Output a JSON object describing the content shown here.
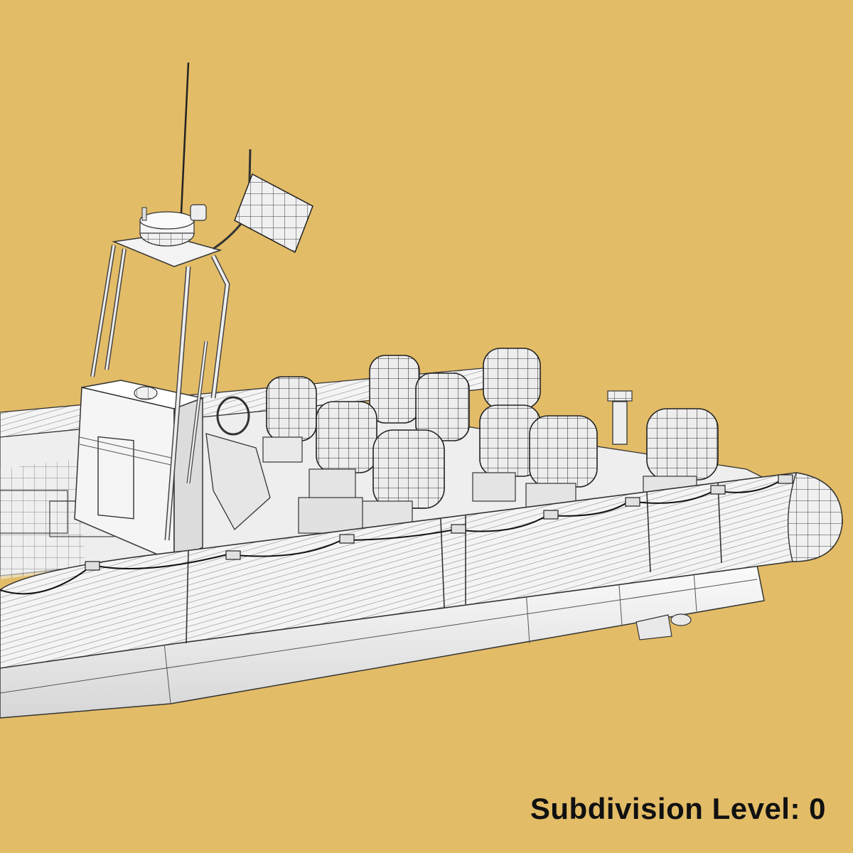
{
  "caption": {
    "text": "Subdivision Level: 0"
  },
  "colors": {
    "background": "#e3bc67",
    "model_fill": "#f2f2f2",
    "model_shade": "#d9d9d9",
    "wire": "#2a2a2a",
    "caption": "#111111"
  },
  "scene": {
    "subject": "boat-wireframe-model",
    "seat_count": 10
  }
}
